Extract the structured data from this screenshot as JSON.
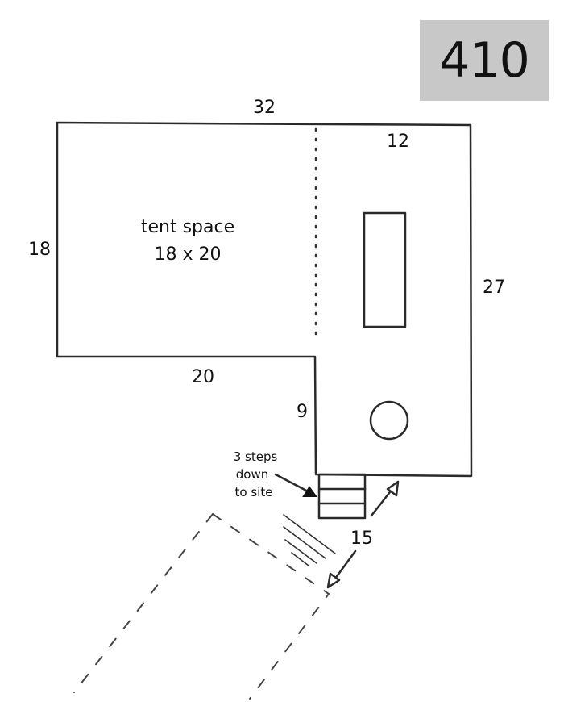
{
  "site": {
    "number": "410"
  },
  "dimensions": {
    "top": "32",
    "top_right": "12",
    "left": "18",
    "right": "27",
    "bottom_left": "20",
    "step_side": "9",
    "path": "15"
  },
  "tent_space": {
    "title": "tent space",
    "size": "18 x 20"
  },
  "steps_note": {
    "line1": "3 steps",
    "line2": "down",
    "line3": "to site"
  }
}
